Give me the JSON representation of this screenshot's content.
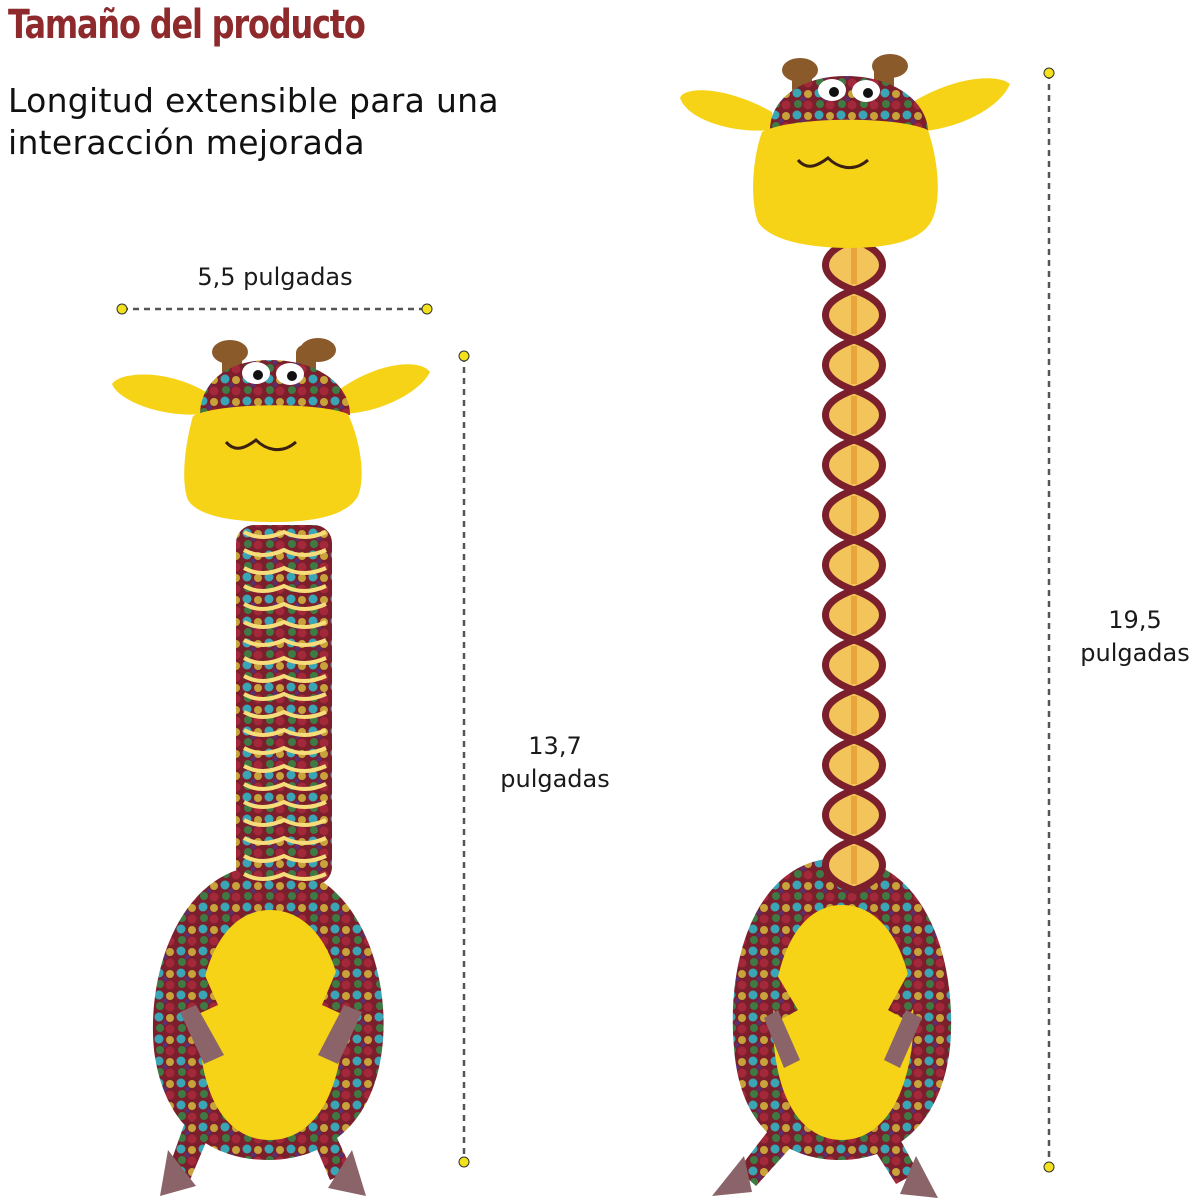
{
  "header": {
    "title": "Tamaño del producto",
    "subtitle": "Longitud extensible para una interacción mejorada"
  },
  "dimensions": {
    "width_label": "5,5 pulgadas",
    "short_height_line1": "13,7",
    "short_height_line2": "pulgadas",
    "long_height_line1": "19,5",
    "long_height_line2": "pulgadas"
  },
  "colors": {
    "title": "#8e2a2c",
    "marker": "#f3e21b",
    "plush_yellow": "#f6d317",
    "pattern_maroon": "#7a1f2b",
    "horn_brown": "#8a5a2b",
    "hoof_mauve": "#8a6468"
  }
}
